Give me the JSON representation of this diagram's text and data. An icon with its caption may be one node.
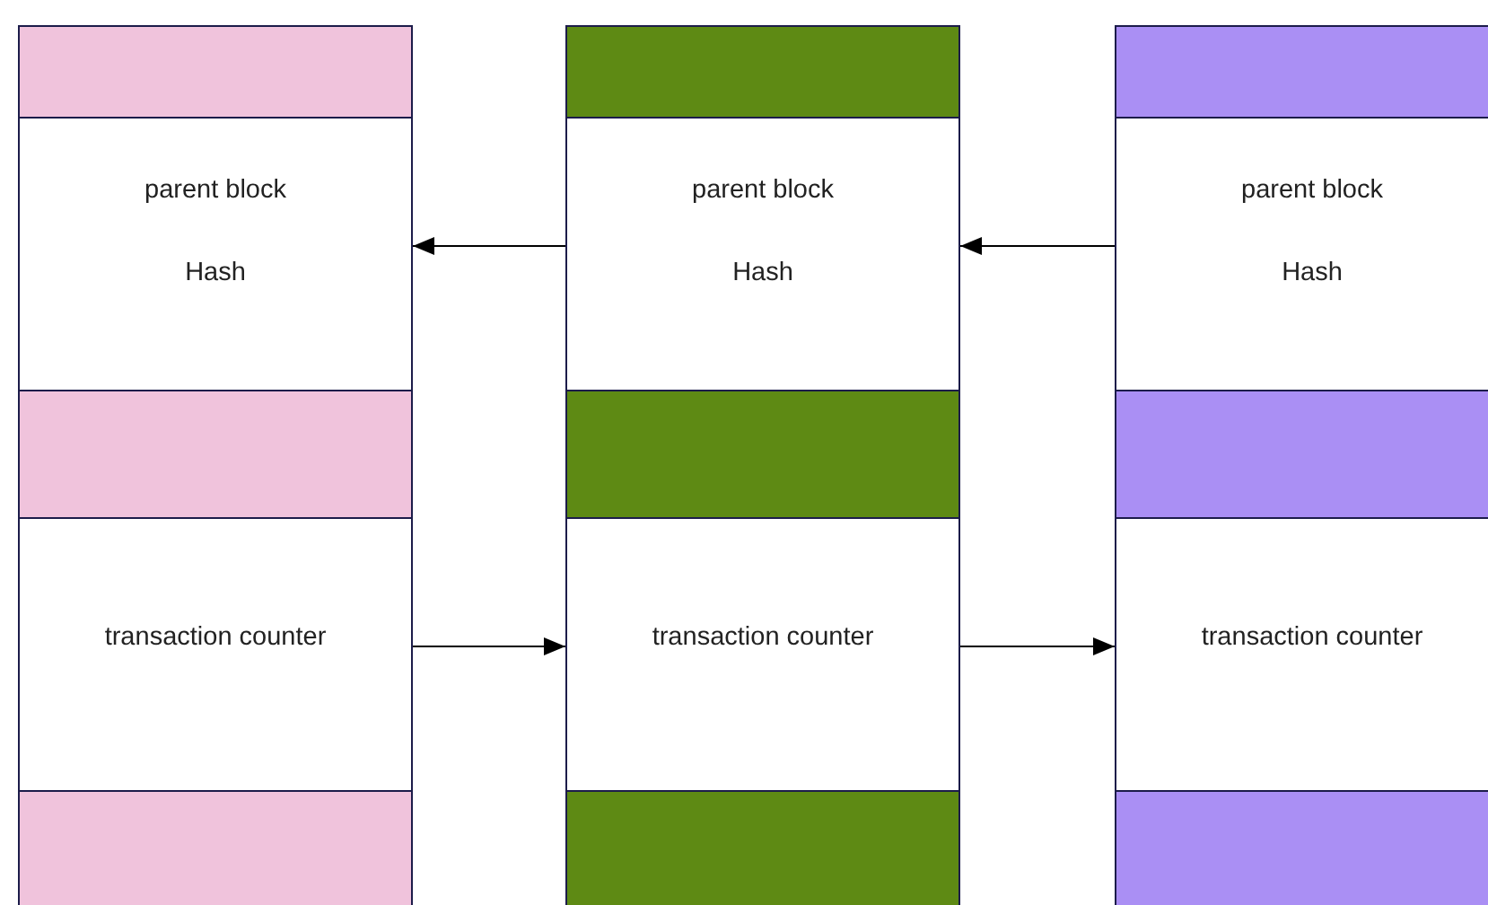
{
  "diagram": {
    "nodes": [
      {
        "text": [],
        "shape": "bar"
      },
      {
        "text": [],
        "shape": "bar"
      },
      {
        "text": [],
        "shape": "bar"
      },
      {
        "text": [
          "parent block",
          "Hash"
        ]
      },
      {
        "text": [
          "parent block",
          "Hash"
        ]
      },
      {
        "text": [
          "parent block",
          "Hash"
        ]
      },
      {
        "text": [],
        "shape": "bar"
      },
      {
        "text": [],
        "shape": "bar"
      },
      {
        "text": [],
        "shape": "bar"
      },
      {
        "text": [
          "transaction counter"
        ]
      },
      {
        "text": [
          "transaction counter"
        ]
      },
      {
        "text": [
          "transaction counter"
        ]
      },
      {
        "text": [],
        "shape": "bar"
      },
      {
        "text": [],
        "shape": "bar"
      },
      {
        "text": [],
        "shape": "bar"
      }
    ],
    "edges": [
      {
        "from": 4,
        "to": 3,
        "arrow": "to"
      },
      {
        "from": 5,
        "to": 4,
        "arrow": "to"
      },
      {
        "from": 9,
        "to": 10,
        "arrow": "to"
      },
      {
        "from": 10,
        "to": 11,
        "arrow": "to"
      }
    ]
  }
}
